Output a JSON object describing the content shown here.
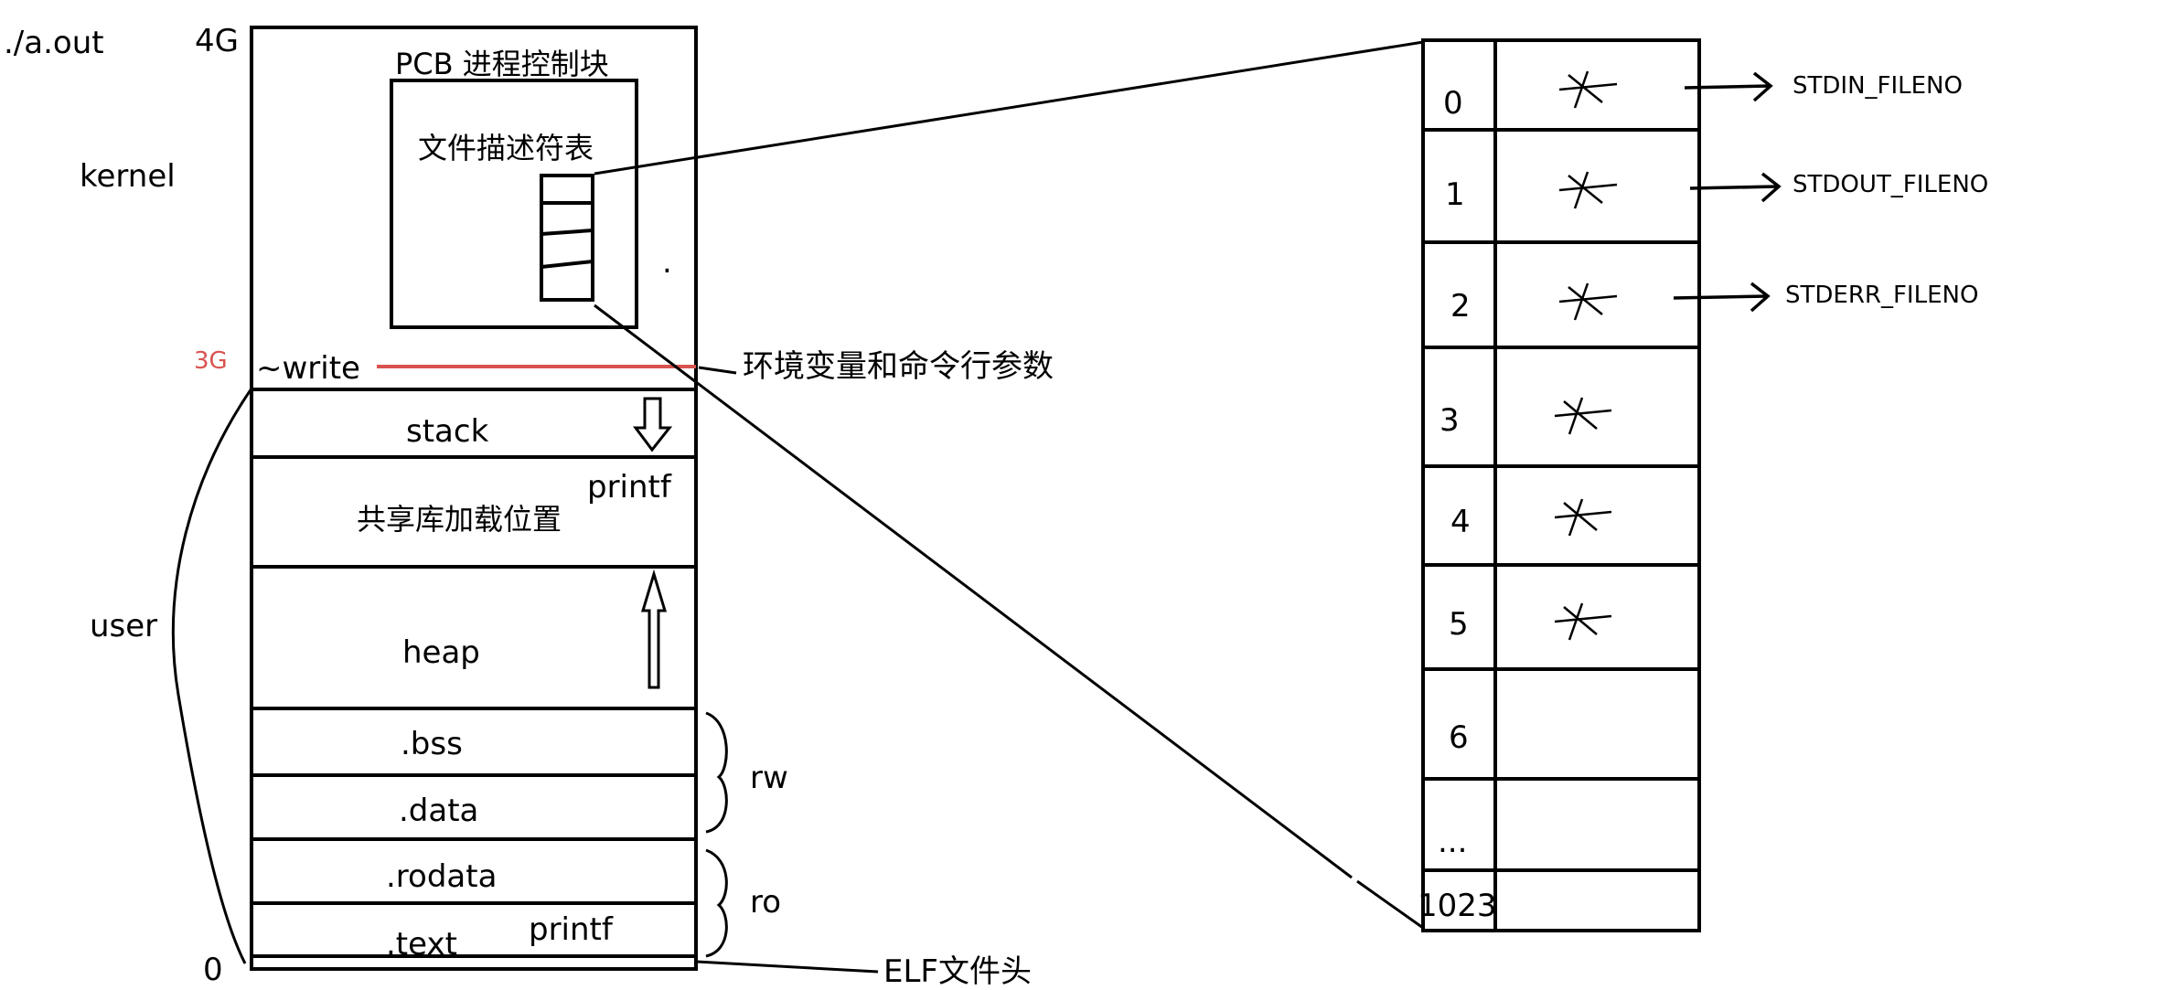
{
  "memory_layout": {
    "program": "./a.out",
    "top_addr": "4G",
    "kernel_boundary_addr": "3G",
    "bottom_addr": "0",
    "kernel_label": "kernel",
    "user_label": "user",
    "pcb_title": "PCB 进程控制块",
    "fd_table_title": "文件描述符表",
    "dot": ".",
    "write_label": "~write",
    "env_label": "环境变量和命令行参数",
    "segments": {
      "stack": "stack",
      "shared_lib": "共享库加载位置",
      "printf_shared": "printf",
      "heap": "heap",
      "bss": ".bss",
      "data": ".data",
      "rodata": ".rodata",
      "text": ".text",
      "printf_text": "printf"
    },
    "rw_label": "rw",
    "ro_label": "ro",
    "elf_label": "ELF文件头"
  },
  "fd_table": {
    "rows": [
      {
        "index": "0",
        "target": "STDIN_FILENO"
      },
      {
        "index": "1",
        "target": "STDOUT_FILENO"
      },
      {
        "index": "2",
        "target": "STDERR_FILENO"
      },
      {
        "index": "3"
      },
      {
        "index": "4"
      },
      {
        "index": "5"
      },
      {
        "index": "6"
      },
      {
        "index": "..."
      },
      {
        "index": "1023"
      }
    ]
  },
  "colors": {
    "line": "#000000",
    "boundary": "#d9534f"
  }
}
